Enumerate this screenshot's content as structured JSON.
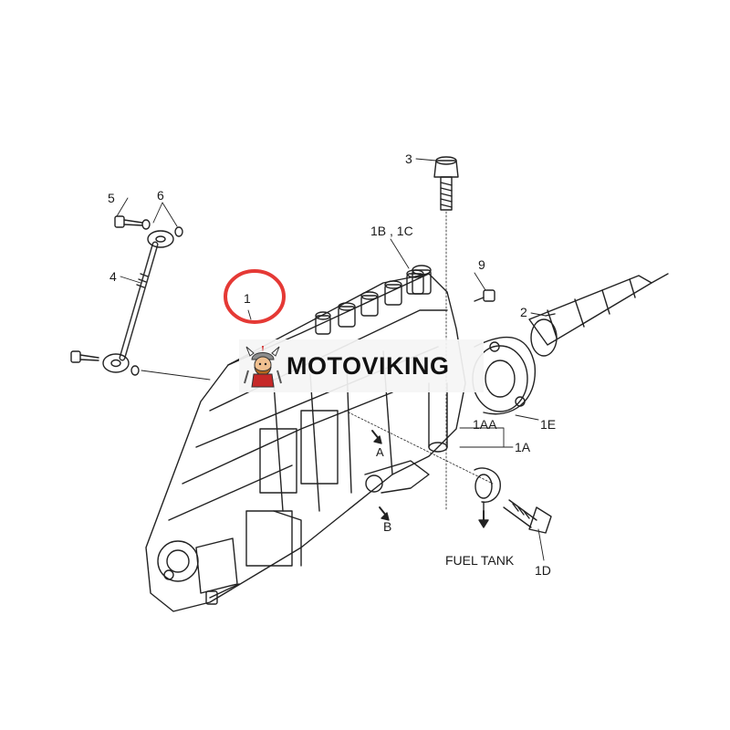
{
  "diagram": {
    "callouts": {
      "c1": "1",
      "c1a": "1A",
      "c1aa": "1AA",
      "c1bc": "1B , 1C",
      "c1d": "1D",
      "c1e": "1E",
      "c2": "2",
      "c3": "3",
      "c4": "4",
      "c5": "5",
      "c6": "6",
      "c9": "9"
    },
    "arrows": {
      "a": "A",
      "b": "B"
    },
    "fuel_tank": "FUEL TANK",
    "highlight_color": "#e53935"
  },
  "watermark": {
    "text": "MOTOVIKING",
    "logo": "viking-mascot-logo"
  }
}
